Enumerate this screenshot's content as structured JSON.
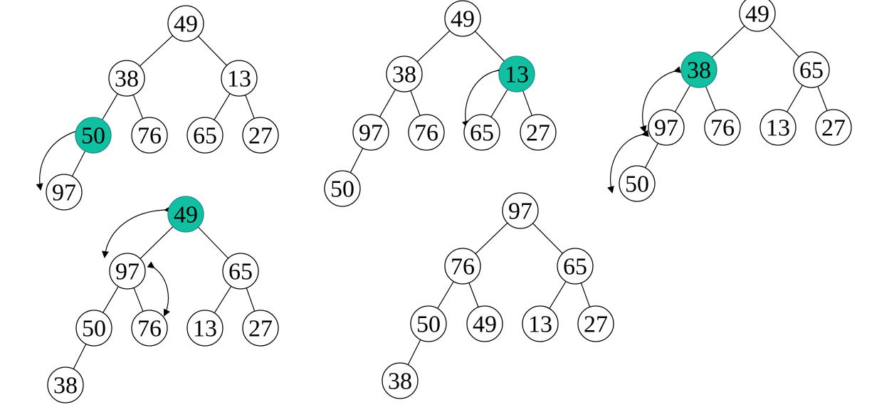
{
  "colors": {
    "highlight": "#11c0a0",
    "highlight_stroke": "#1a8b8b",
    "stroke": "#000000",
    "background": "#ffffff"
  },
  "trees": [
    {
      "id": "step1",
      "nodes": [
        "49",
        "38",
        "13",
        "50",
        "76",
        "65",
        "27",
        "97"
      ],
      "edges": [
        [
          0,
          1
        ],
        [
          0,
          2
        ],
        [
          1,
          3
        ],
        [
          1,
          4
        ],
        [
          2,
          5
        ],
        [
          2,
          6
        ],
        [
          3,
          7
        ]
      ],
      "highlight": 3,
      "swaps": [
        [
          3,
          7
        ]
      ]
    },
    {
      "id": "step2",
      "nodes": [
        "49",
        "38",
        "13",
        "97",
        "76",
        "65",
        "27",
        "50"
      ],
      "edges": [
        [
          0,
          1
        ],
        [
          0,
          2
        ],
        [
          1,
          3
        ],
        [
          1,
          4
        ],
        [
          2,
          5
        ],
        [
          2,
          6
        ],
        [
          3,
          7
        ]
      ],
      "highlight": 2,
      "swaps": [
        [
          2,
          5
        ]
      ]
    },
    {
      "id": "step3",
      "nodes": [
        "49",
        "38",
        "65",
        "97",
        "76",
        "13",
        "27",
        "50"
      ],
      "edges": [
        [
          0,
          1
        ],
        [
          0,
          2
        ],
        [
          1,
          3
        ],
        [
          1,
          4
        ],
        [
          2,
          5
        ],
        [
          2,
          6
        ],
        [
          3,
          7
        ]
      ],
      "highlight": 1,
      "swaps": [
        [
          1,
          3
        ],
        [
          3,
          7
        ]
      ]
    },
    {
      "id": "step4",
      "nodes": [
        "49",
        "97",
        "65",
        "50",
        "76",
        "13",
        "27",
        "38"
      ],
      "edges": [
        [
          0,
          1
        ],
        [
          0,
          2
        ],
        [
          1,
          3
        ],
        [
          1,
          4
        ],
        [
          2,
          5
        ],
        [
          2,
          6
        ],
        [
          3,
          7
        ]
      ],
      "highlight": 0,
      "swaps": [
        [
          0,
          1
        ],
        [
          1,
          4
        ]
      ]
    },
    {
      "id": "step5",
      "nodes": [
        "97",
        "76",
        "65",
        "50",
        "49",
        "13",
        "27",
        "38"
      ],
      "edges": [
        [
          0,
          1
        ],
        [
          0,
          2
        ],
        [
          1,
          3
        ],
        [
          1,
          4
        ],
        [
          2,
          5
        ],
        [
          2,
          6
        ],
        [
          3,
          7
        ]
      ],
      "highlight": null,
      "swaps": []
    }
  ]
}
